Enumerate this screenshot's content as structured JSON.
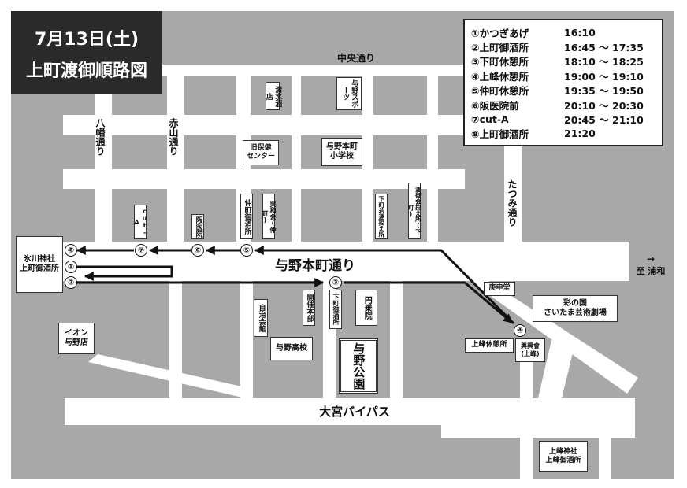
{
  "title": {
    "date": "7月13日(土)",
    "main": "上町渡御順路図"
  },
  "schedule": [
    {
      "name": "①かつぎあげ",
      "time": "16:10"
    },
    {
      "name": "②上町御酒所",
      "time": "16:45 ～ 17:35"
    },
    {
      "name": "③下町休憩所",
      "time": "18:10 ～ 18:25"
    },
    {
      "name": "④上峰休憩所",
      "time": "19:00 ～ 19:10"
    },
    {
      "name": "⑤仲町休憩所",
      "time": "19:35 ～ 19:50"
    },
    {
      "name": "⑥阪医院前",
      "time": "20:10 ～ 20:30"
    },
    {
      "name": "⑦cut-A",
      "time": "20:45 ～ 21:10"
    },
    {
      "name": "⑧上町御酒所",
      "time": "21:20"
    }
  ],
  "streets": {
    "chuo": "中央通り",
    "hachiman": "八幡通り",
    "akayama": "赤山通り",
    "tatsumi": "たつみ通り",
    "yono_honmachi": "与野本町通り",
    "omiya_bypass": "大宮バイパス",
    "to_urawa_arrow": "→",
    "to_urawa": "至 浦和"
  },
  "places": {
    "hikawa": "氷川神社\n上町御酒所",
    "aeon": "イオン\n与野店",
    "shimizu_saketen": "清水酒店",
    "yono_sports": "与野スポーツ",
    "kyu_hoken": "旧保健\nセンター",
    "yono_honmachi_school": "与野本町\n小学校",
    "cuta": "cut-A",
    "saka_iin": "阪医院",
    "nakamachi_goshusho": "仲町御酒所",
    "yowakai": "與和会(仲町)",
    "shimomachi_wakashu": "下町若連控え所",
    "togyo_kai": "渡御会控え所(下町)",
    "koshin_do": "庚申堂",
    "sainokuni": "彩の国\nさいたま芸術劇場",
    "kamimine_rest": "上峰休憩所",
    "yokokai": "輿興會\n(上峰)",
    "jichikaikan": "自治会館",
    "kaisai_honbu": "開催本部",
    "shimomachi_goshusho": "下町御酒所",
    "enjoin": "円乗院",
    "yono_high": "与野高校",
    "yono_park": "与野公園",
    "kamimine_shrine": "上峰神社\n上峰御酒所"
  },
  "stops": [
    "①",
    "②",
    "③",
    "④",
    "⑤",
    "⑥",
    "⑦",
    "⑧"
  ],
  "colors": {
    "background_block": "#a8a8a8",
    "road": "#ffffff",
    "route": "#111111",
    "title_bg": "#2a2a2a"
  }
}
